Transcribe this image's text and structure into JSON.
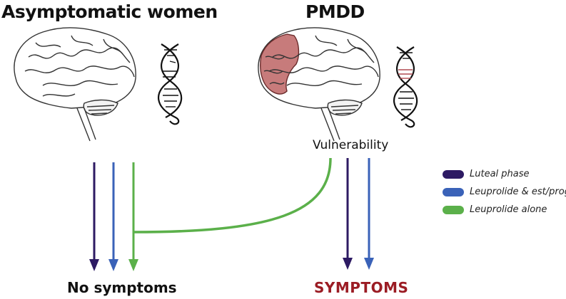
{
  "titles": {
    "left": "Asymptomatic women",
    "right": "PMDD"
  },
  "labels": {
    "vulnerability": "Vulnerability",
    "no_symptoms": "No symptoms",
    "symptoms": "SYMPTOMS"
  },
  "legend": [
    {
      "label": "Luteal phase",
      "color": "#2d1a63"
    },
    {
      "label": "Leuprolide & est/prog",
      "color": "#3a62b8"
    },
    {
      "label": "Leuprolide alone",
      "color": "#5bb04a"
    }
  ],
  "colors": {
    "symptoms_text": "#9b1c24",
    "pmdd_region": "#c77b7b",
    "dna_highlight": "#b04a50"
  }
}
